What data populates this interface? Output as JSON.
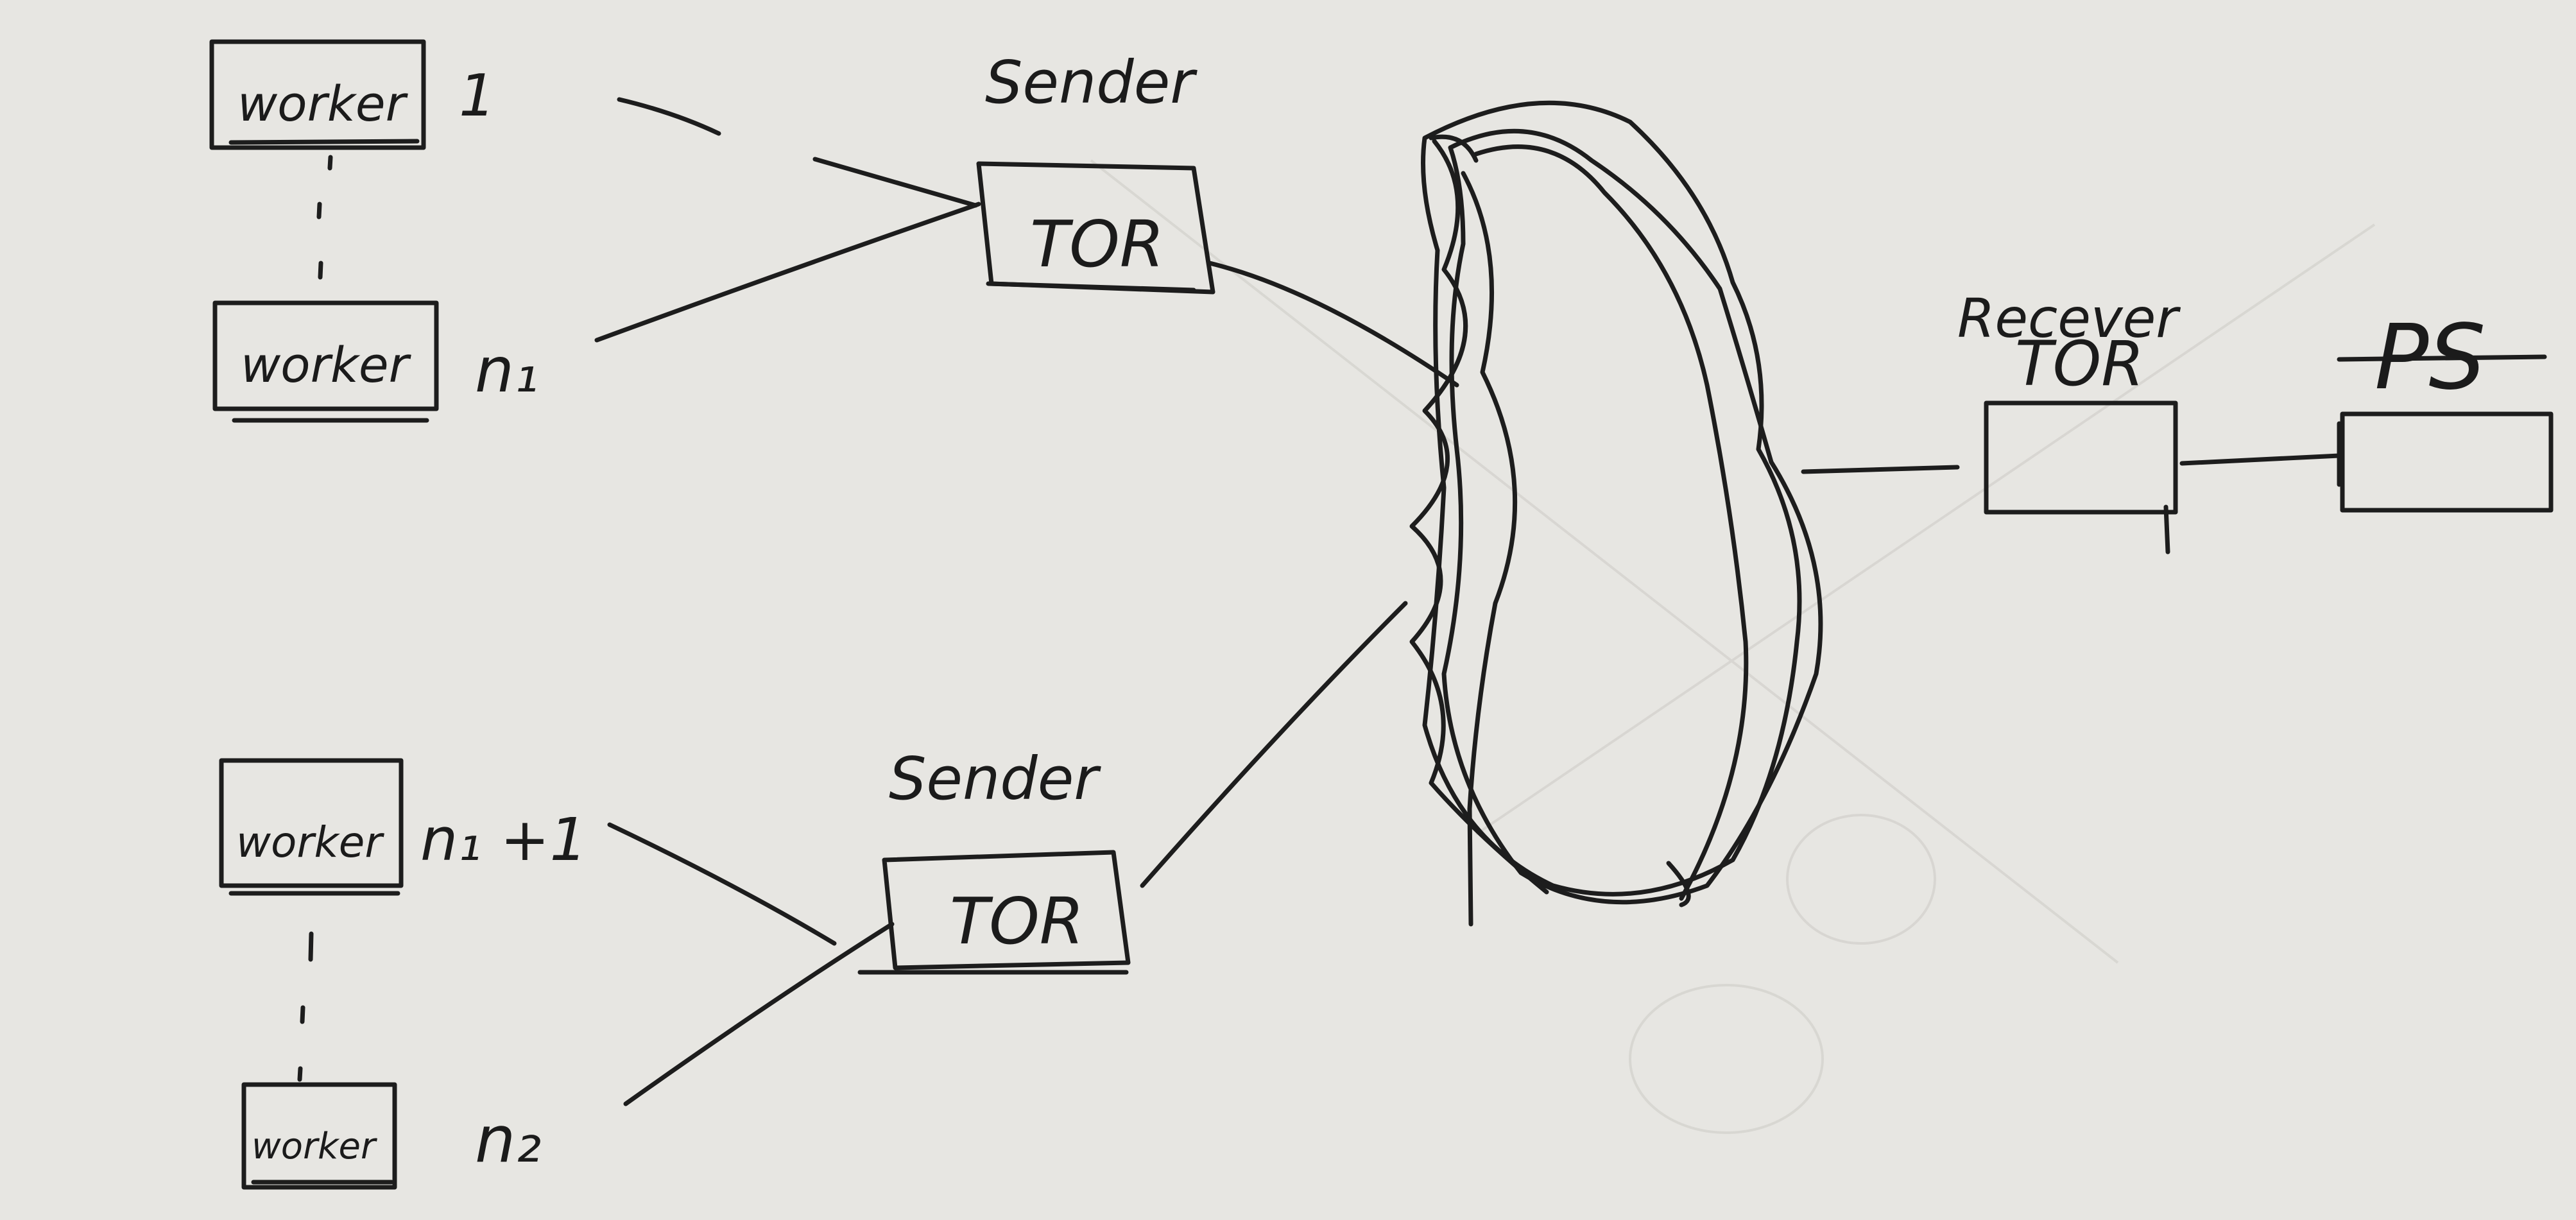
{
  "colors": {
    "paper": "#e7e6e2",
    "ink": "#1d1d1d"
  },
  "workers": {
    "top_first": {
      "label": "worker",
      "index": "1"
    },
    "top_last": {
      "label": "worker",
      "index": "n₁"
    },
    "bottom_first": {
      "label": "worker",
      "index": "n₁ +1"
    },
    "bottom_last": {
      "label": "worker",
      "index": "n₂"
    }
  },
  "switches": {
    "sender_top": {
      "caption": "Sender",
      "label": "TOR"
    },
    "sender_bottom": {
      "caption": "Sender",
      "label": "TOR"
    },
    "receiver": {
      "caption": "Recever",
      "label": "TOR"
    }
  },
  "server": {
    "label": "PS"
  },
  "network": {
    "name": ""
  }
}
